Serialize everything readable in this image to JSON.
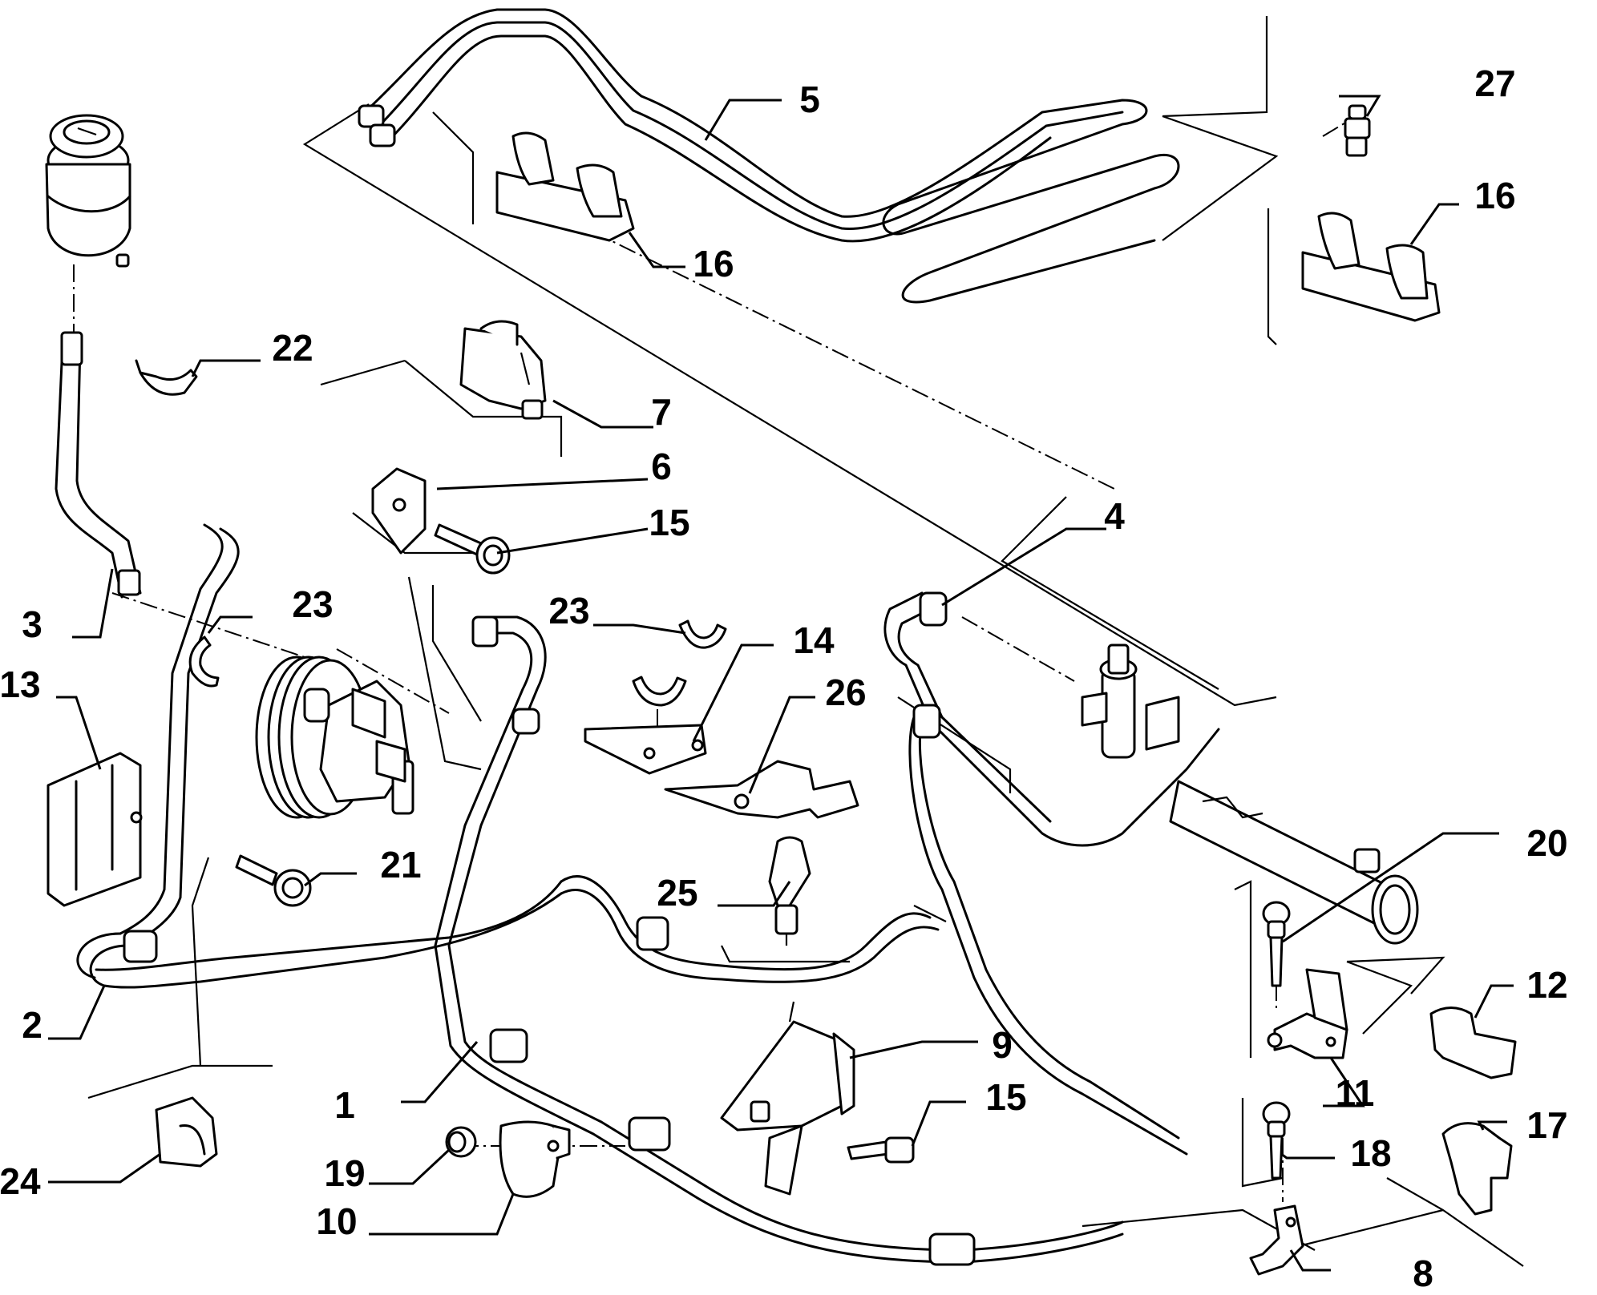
{
  "callouts": [
    {
      "id": "c1",
      "text": "1"
    },
    {
      "id": "c2",
      "text": "2"
    },
    {
      "id": "c3",
      "text": "3"
    },
    {
      "id": "c4",
      "text": "4"
    },
    {
      "id": "c5",
      "text": "5"
    },
    {
      "id": "c6",
      "text": "6"
    },
    {
      "id": "c7",
      "text": "7"
    },
    {
      "id": "c8",
      "text": "8"
    },
    {
      "id": "c9",
      "text": "9"
    },
    {
      "id": "c10",
      "text": "10"
    },
    {
      "id": "c11",
      "text": "11"
    },
    {
      "id": "c12",
      "text": "12"
    },
    {
      "id": "c13",
      "text": "13"
    },
    {
      "id": "c14",
      "text": "14"
    },
    {
      "id": "c15a",
      "text": "15"
    },
    {
      "id": "c15b",
      "text": "15"
    },
    {
      "id": "c16a",
      "text": "16"
    },
    {
      "id": "c16b",
      "text": "16"
    },
    {
      "id": "c17",
      "text": "17"
    },
    {
      "id": "c18",
      "text": "18"
    },
    {
      "id": "c19",
      "text": "19"
    },
    {
      "id": "c20",
      "text": "20"
    },
    {
      "id": "c21",
      "text": "21"
    },
    {
      "id": "c22",
      "text": "22"
    },
    {
      "id": "c23a",
      "text": "23"
    },
    {
      "id": "c23b",
      "text": "23"
    },
    {
      "id": "c24",
      "text": "24"
    },
    {
      "id": "c25",
      "text": "25"
    },
    {
      "id": "c26",
      "text": "26"
    },
    {
      "id": "c27",
      "text": "27"
    }
  ]
}
